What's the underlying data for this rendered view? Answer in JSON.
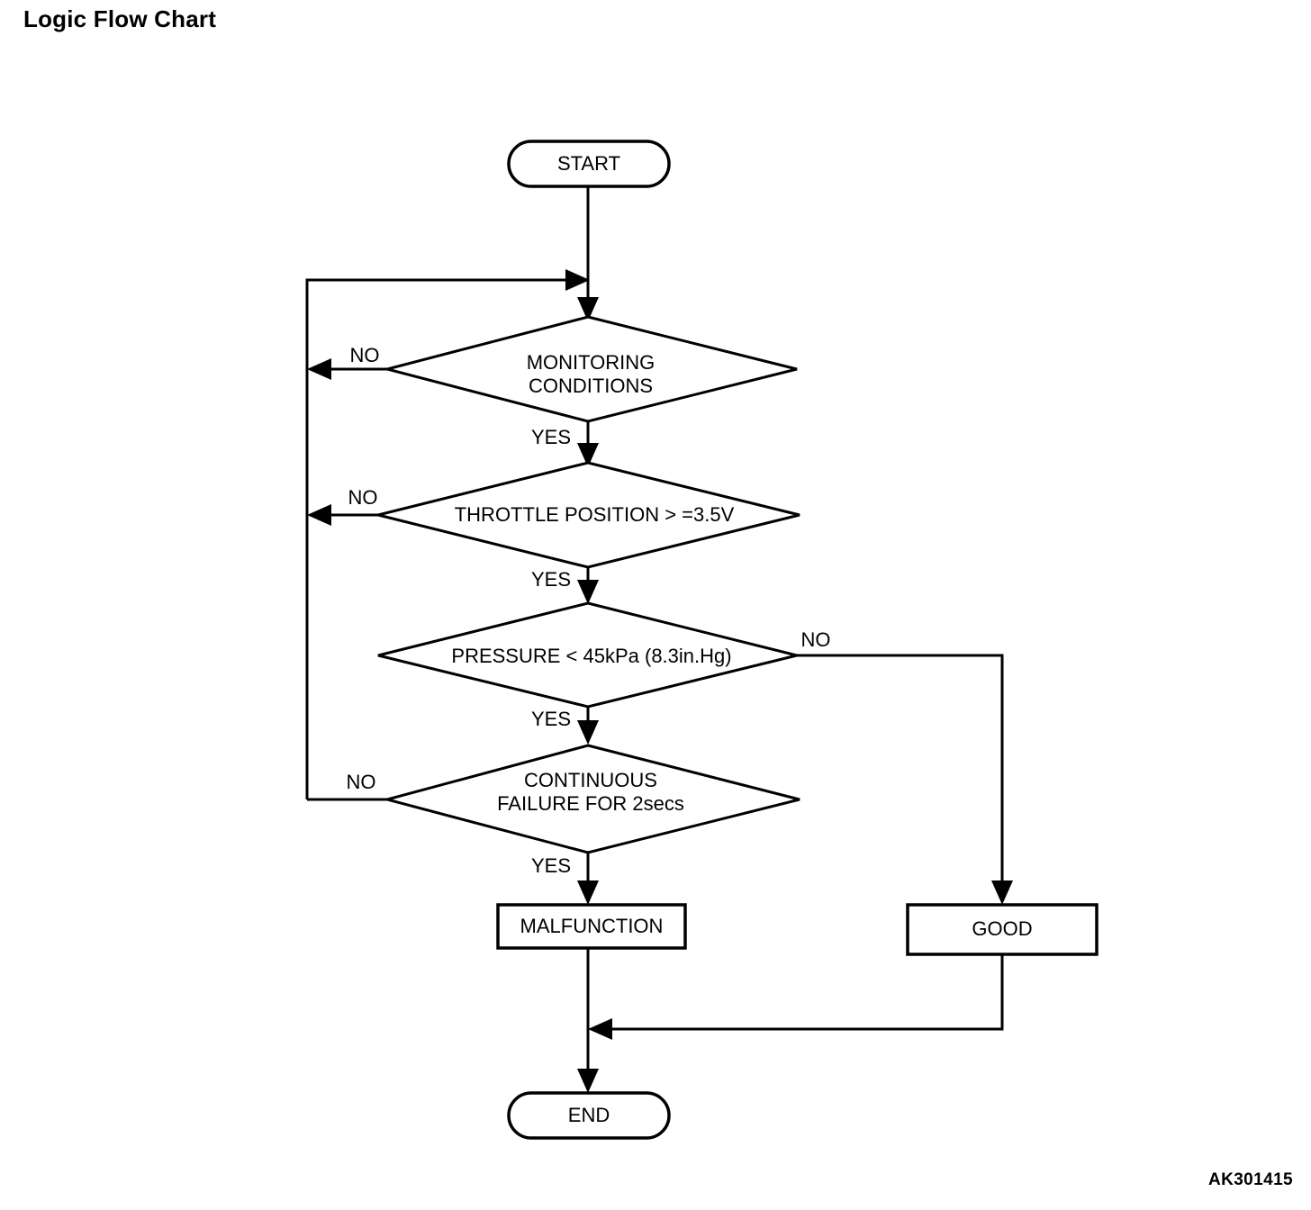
{
  "page": {
    "title": "Logic Flow Chart",
    "reference_code": "AK301415",
    "background_color": "#ffffff",
    "line_color": "#000000"
  },
  "chart_data": {
    "type": "diagram",
    "diagram_kind": "flowchart",
    "title": "Logic Flow Chart",
    "orientation": "top-to-bottom",
    "nodes": [
      {
        "id": "start",
        "shape": "stadium",
        "label": "START"
      },
      {
        "id": "monitoring",
        "shape": "diamond",
        "label_line1": "MONITORING",
        "label_line2": "CONDITIONS"
      },
      {
        "id": "throttle",
        "shape": "diamond",
        "label_line1": "THROTTLE POSITION > =3.5V",
        "label_line2": ""
      },
      {
        "id": "pressure",
        "shape": "diamond",
        "label_line1": "PRESSURE < 45kPa (8.3in.Hg)",
        "label_line2": ""
      },
      {
        "id": "continuous",
        "shape": "diamond",
        "label_line1": "CONTINUOUS",
        "label_line2": "FAILURE FOR 2secs"
      },
      {
        "id": "malfunction",
        "shape": "rect",
        "label": "MALFUNCTION"
      },
      {
        "id": "good",
        "shape": "rect",
        "label": "GOOD"
      },
      {
        "id": "end",
        "shape": "stadium",
        "label": "END"
      }
    ],
    "edges": [
      {
        "from": "start",
        "to": "monitoring",
        "label": ""
      },
      {
        "from": "monitoring",
        "to": "loop-back",
        "label": "NO",
        "direction": "left"
      },
      {
        "from": "monitoring",
        "to": "throttle",
        "label": "YES",
        "direction": "down"
      },
      {
        "from": "throttle",
        "to": "loop-back",
        "label": "NO",
        "direction": "left"
      },
      {
        "from": "throttle",
        "to": "pressure",
        "label": "YES",
        "direction": "down"
      },
      {
        "from": "pressure",
        "to": "good",
        "label": "NO",
        "direction": "right"
      },
      {
        "from": "pressure",
        "to": "continuous",
        "label": "YES",
        "direction": "down"
      },
      {
        "from": "continuous",
        "to": "loop-back",
        "label": "NO",
        "direction": "left"
      },
      {
        "from": "continuous",
        "to": "malfunction",
        "label": "YES",
        "direction": "down"
      },
      {
        "from": "malfunction",
        "to": "end",
        "label": ""
      },
      {
        "from": "good",
        "to": "end",
        "label": ""
      }
    ],
    "branch_labels": {
      "monitoring_no": "NO",
      "monitoring_yes": "YES",
      "throttle_no": "NO",
      "throttle_yes": "YES",
      "pressure_no": "NO",
      "pressure_yes": "YES",
      "continuous_no": "NO",
      "continuous_yes": "YES"
    }
  },
  "nodes": {
    "start": {
      "label": "START"
    },
    "monitoring": {
      "line1": "MONITORING",
      "line2": "CONDITIONS"
    },
    "throttle": {
      "line1": "THROTTLE POSITION > =3.5V"
    },
    "pressure": {
      "line1": "PRESSURE < 45kPa (8.3in.Hg)"
    },
    "continuous": {
      "line1": "CONTINUOUS",
      "line2": "FAILURE FOR 2secs"
    },
    "malfunction": {
      "label": "MALFUNCTION"
    },
    "good": {
      "label": "GOOD"
    },
    "end": {
      "label": "END"
    }
  },
  "labels": {
    "no1": "NO",
    "yes1": "YES",
    "no2": "NO",
    "yes2": "YES",
    "no3": "NO",
    "yes3": "YES",
    "no4": "NO",
    "yes4": "YES"
  }
}
